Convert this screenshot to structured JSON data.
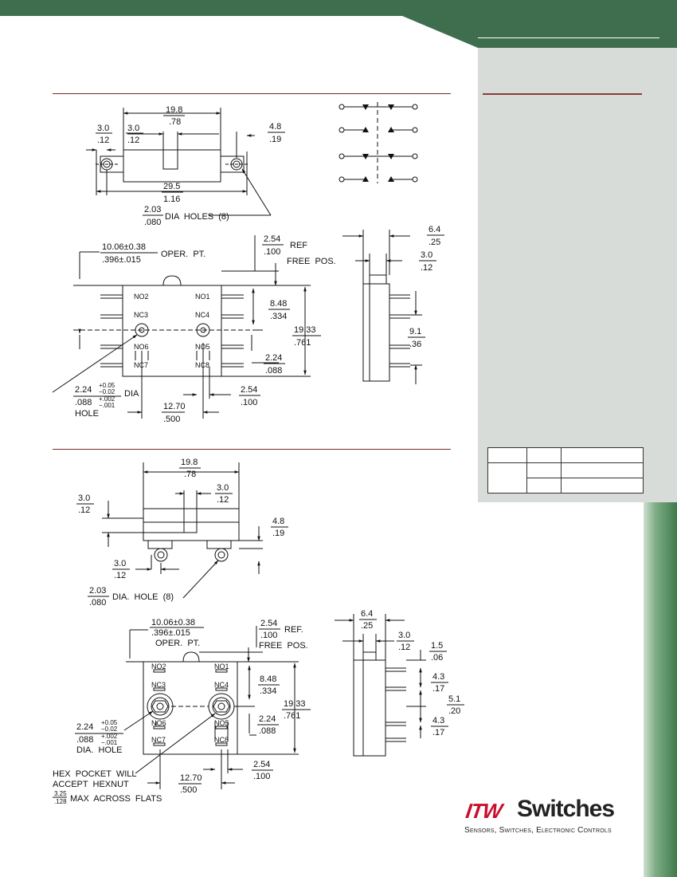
{
  "theme": {
    "brand_green": "#3f6e4f",
    "accent_red": "#8b3a3a",
    "logo_red": "#c8102e",
    "sidebar_gray": "#d8dcd8"
  },
  "top_view_1": {
    "dim_width_mm": "19.8",
    "dim_width_in": ".78",
    "dim_left_mm": "3.0",
    "dim_left_in": ".12",
    "dim_inner_mm": "3.0",
    "dim_inner_in": ".12",
    "dim_right_mm": "4.8",
    "dim_right_in": ".19",
    "dim_overall_mm": "29.5",
    "dim_overall_in": "1.16",
    "holes_mm": "2.03",
    "holes_in": ".080",
    "holes_label": "DIA  HOLES  (8)"
  },
  "front_view_1": {
    "oper_mm": "10.06±0.38",
    "oper_in": ".396±.015",
    "oper_label": "OPER.  PT.",
    "ref_mm": "2.54",
    "ref_in": ".100",
    "ref_label": "REF",
    "free_label": "FREE  POS.",
    "terminals": [
      "NO2",
      "NO1",
      "NC3",
      "NC4",
      "NO6",
      "NO5",
      "NC7",
      "NC8"
    ],
    "dim_a_mm": "8.48",
    "dim_a_in": ".334",
    "dim_h_mm": "19.33",
    "dim_h_in": ".761",
    "dim_c_mm": "2.24",
    "dim_c_in": ".088",
    "hole_mm": "2.24",
    "hole_mm_tol_plus": "+0.05",
    "hole_mm_tol_minus": "−0.02",
    "hole_in": ".088",
    "hole_in_tol_plus": "+.002",
    "hole_in_tol_minus": "−.001",
    "hole_label_dia": "DIA",
    "hole_label": "HOLE",
    "pitch_mm": "12.70",
    "pitch_in": ".500",
    "spacing_mm": "2.54",
    "spacing_in": ".100"
  },
  "side_view_1": {
    "w_mm": "6.4",
    "w_in": ".25",
    "t_mm": "3.0",
    "t_in": ".12",
    "p_mm": "9.1",
    "p_in": ".36"
  },
  "top_view_2": {
    "dim_width_mm": "19.8",
    "dim_width_in": ".78",
    "dim_a_mm": "3.0",
    "dim_a_in": ".12",
    "dim_b_mm": "3.0",
    "dim_b_in": ".12",
    "dim_c_mm": "4.8",
    "dim_c_in": ".19",
    "dim_d_mm": "3.0",
    "dim_d_in": ".12",
    "holes_mm": "2.03",
    "holes_in": ".080",
    "holes_label": "DIA.  HOLE  (8)"
  },
  "front_view_2": {
    "oper_mm": "10.06±0.38",
    "oper_in": ".396±.015",
    "oper_label": "OPER.  PT.",
    "ref_mm": "2.54",
    "ref_in": ".100",
    "ref_label": "REF.",
    "free_label": "FREE  POS.",
    "terminals": [
      "NO2",
      "NO1",
      "NC3",
      "NC4",
      "NO6",
      "NO5",
      "NC7",
      "NC8"
    ],
    "dim_a_mm": "8.48",
    "dim_a_in": ".334",
    "dim_h_mm": "19.33",
    "dim_h_in": ".761",
    "dim_c_mm": "2.24",
    "dim_c_in": ".088",
    "hole_mm": "2.24",
    "hole_mm_tol_plus": "+0.05",
    "hole_mm_tol_minus": "−0.02",
    "hole_in": ".088",
    "hole_in_tol_plus": "+.002",
    "hole_in_tol_minus": "−.001",
    "hole_label": "DIA.  HOLE",
    "pitch_mm": "12.70",
    "pitch_in": ".500",
    "spacing_mm": "2.54",
    "spacing_in": ".100",
    "hex_line1": "HEX  POCKET  WILL",
    "hex_line2": "ACCEPT  HEXNUT",
    "hex_mm": "3.25",
    "hex_in": ".128",
    "hex_label": "MAX  ACROSS  FLATS"
  },
  "side_view_2": {
    "w_mm": "6.4",
    "w_in": ".25",
    "t_mm": "3.0",
    "t_in": ".12",
    "a_mm": "1.5",
    "a_in": ".06",
    "b_mm": "4.3",
    "b_in": ".17",
    "c_mm": "5.1",
    "c_in": ".20",
    "d_mm": "4.3",
    "d_in": ".17"
  },
  "logo": {
    "itw": "ITW",
    "brand": "Switches",
    "tagline": "Sensors, Switches, Electronic Controls"
  }
}
